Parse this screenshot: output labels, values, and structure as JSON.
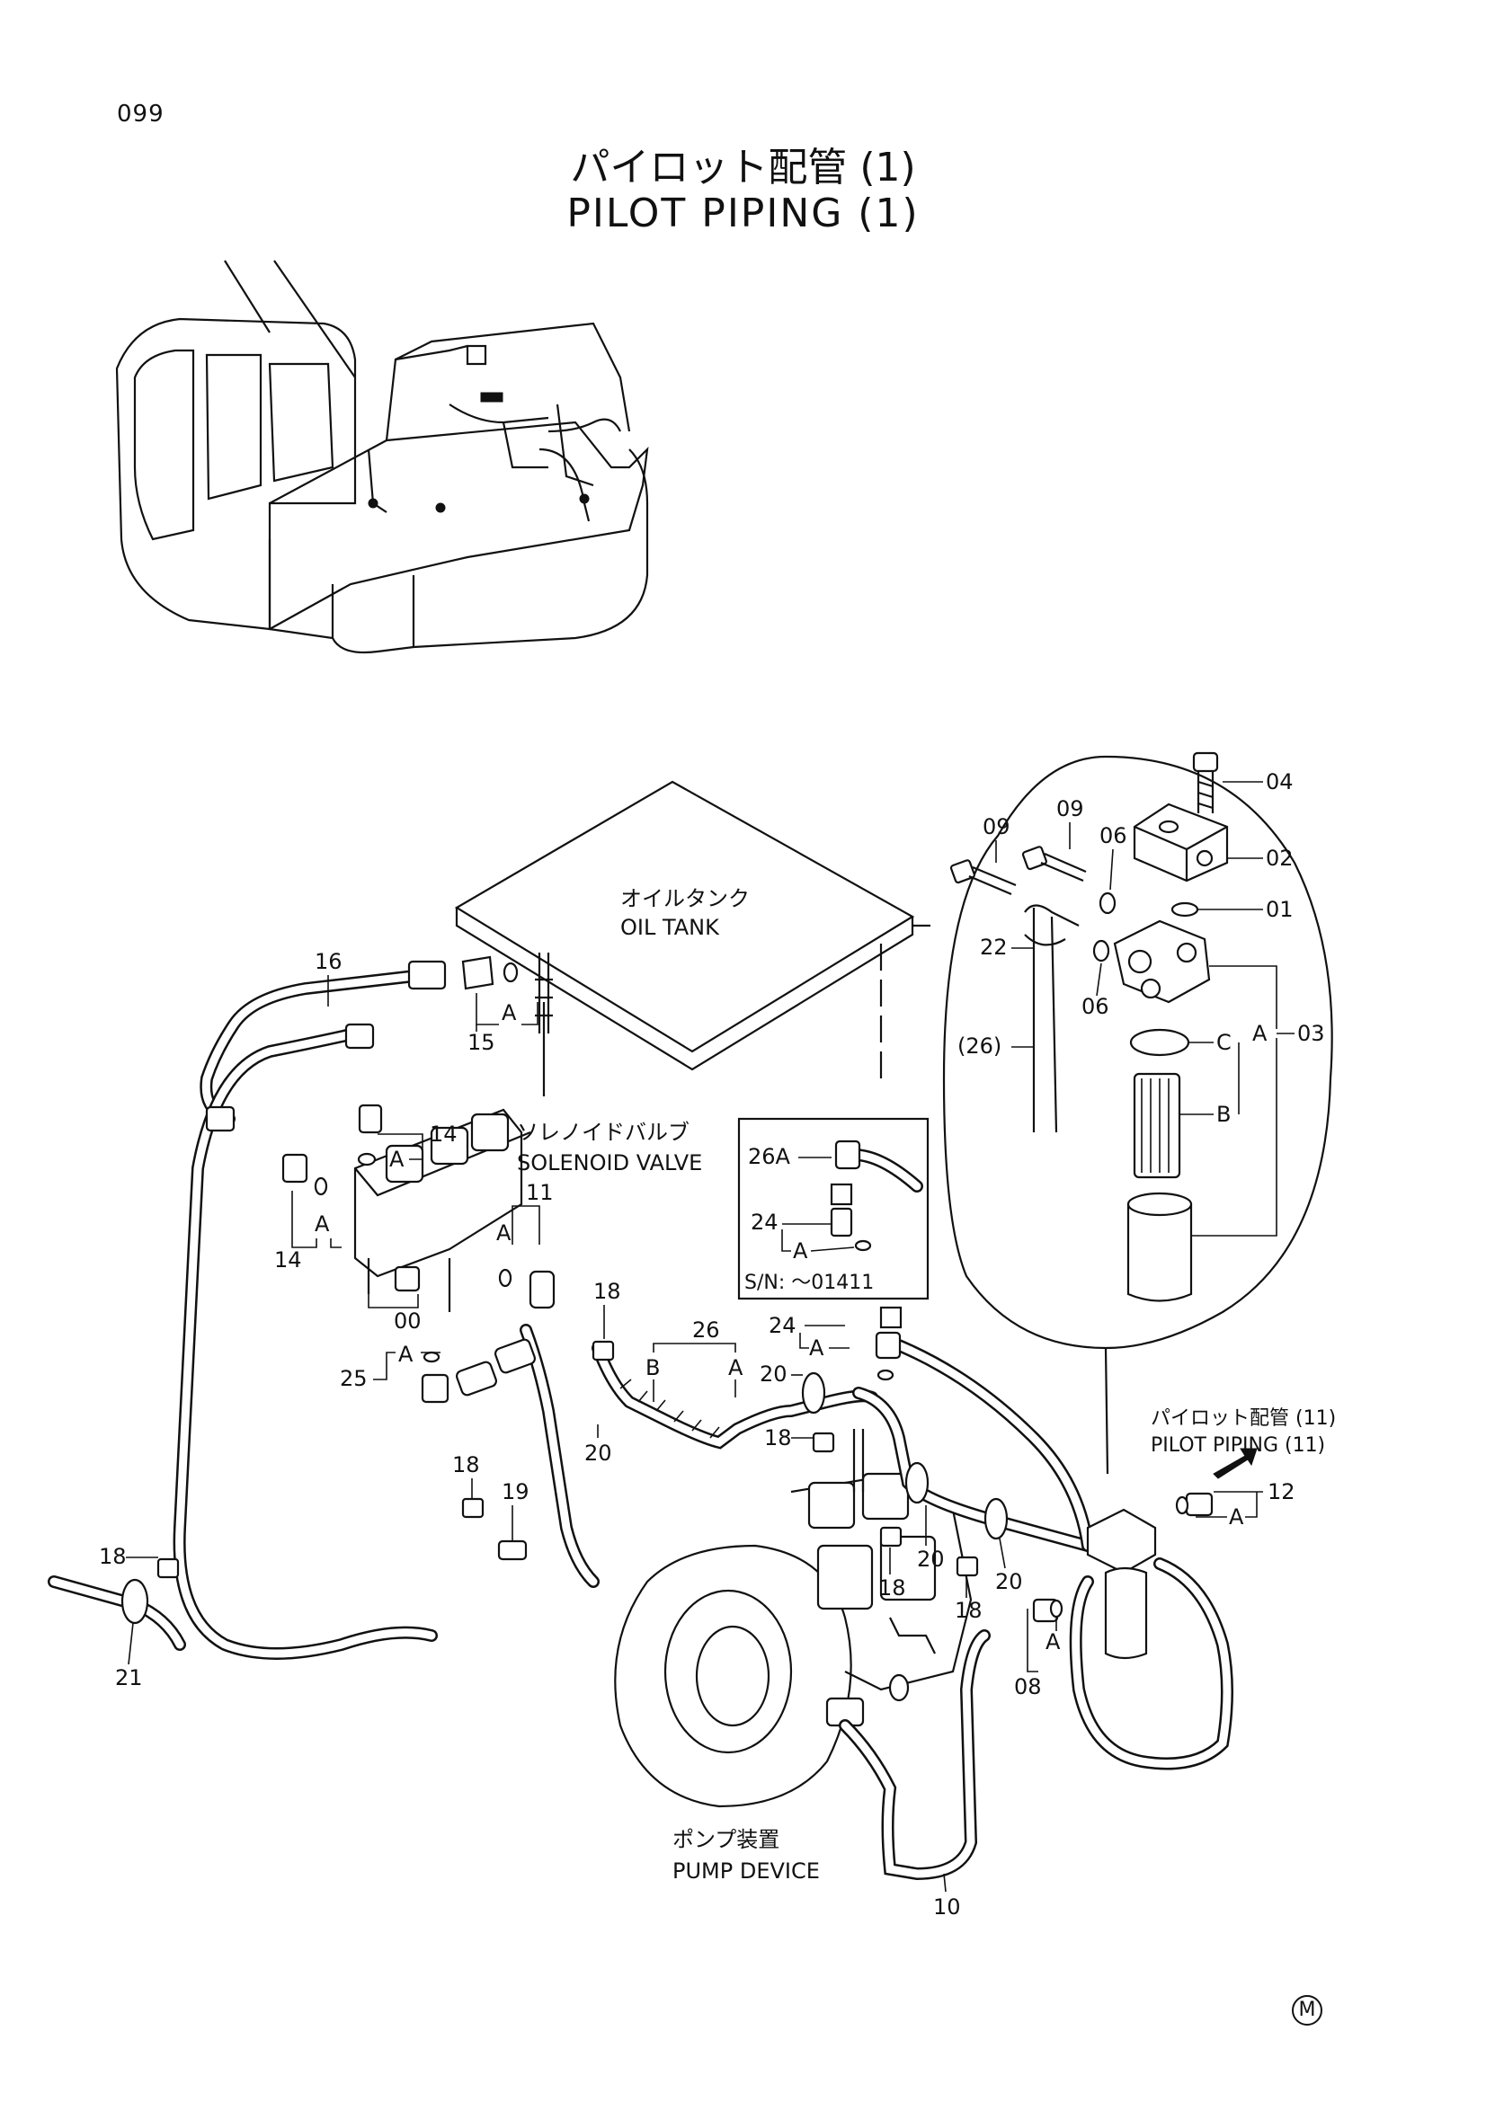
{
  "page_number": "099",
  "title_jp": "パイロット配管 (1)",
  "title_en": "PILOT PIPING (1)",
  "labels": {
    "oil_tank_jp": "オイルタンク",
    "oil_tank_en": "OIL TANK",
    "solenoid_valve_jp": "ソレノイドバルブ",
    "solenoid_valve_en": "SOLENOID VALVE",
    "pump_device_jp": "ポンプ装置",
    "pump_device_en": "PUMP DEVICE",
    "pilot_piping_jp": "パイロット配管 (11)",
    "pilot_piping_en": "PILOT PIPING (11)",
    "serial_note": "S/N: ～01411"
  },
  "callouts": {
    "c01": "01",
    "c02": "02",
    "c03": "03",
    "c04": "04",
    "c06a": "06",
    "c06b": "06",
    "c09a": "09",
    "c09b": "09",
    "c22": "22",
    "c26p": "(26)",
    "cA_filter": "A",
    "cB_filter": "B",
    "cC_filter": "C",
    "c16": "16",
    "c15": "15",
    "cA15": "A",
    "c14a": "14",
    "cA14a": "A",
    "c14b": "14",
    "cA14b": "A",
    "c11": "11",
    "cA11": "A",
    "c00": "00",
    "c25": "25",
    "cA25": "A",
    "c18a": "18",
    "c18b": "18",
    "c18c": "18",
    "c18d": "18",
    "c18e": "18",
    "c18f": "18",
    "c19": "19",
    "c21": "21",
    "c26": "26",
    "cB26": "B",
    "cA26": "A",
    "c20a": "20",
    "c20b": "20",
    "c20c": "20",
    "c20d": "20",
    "c24": "24",
    "cA24": "A",
    "c26A_inset": "26A",
    "c24_inset": "24",
    "cA_inset": "A",
    "c12": "12",
    "cA12": "A",
    "c08": "08",
    "cA08": "A",
    "c10": "10"
  },
  "mark": "M"
}
